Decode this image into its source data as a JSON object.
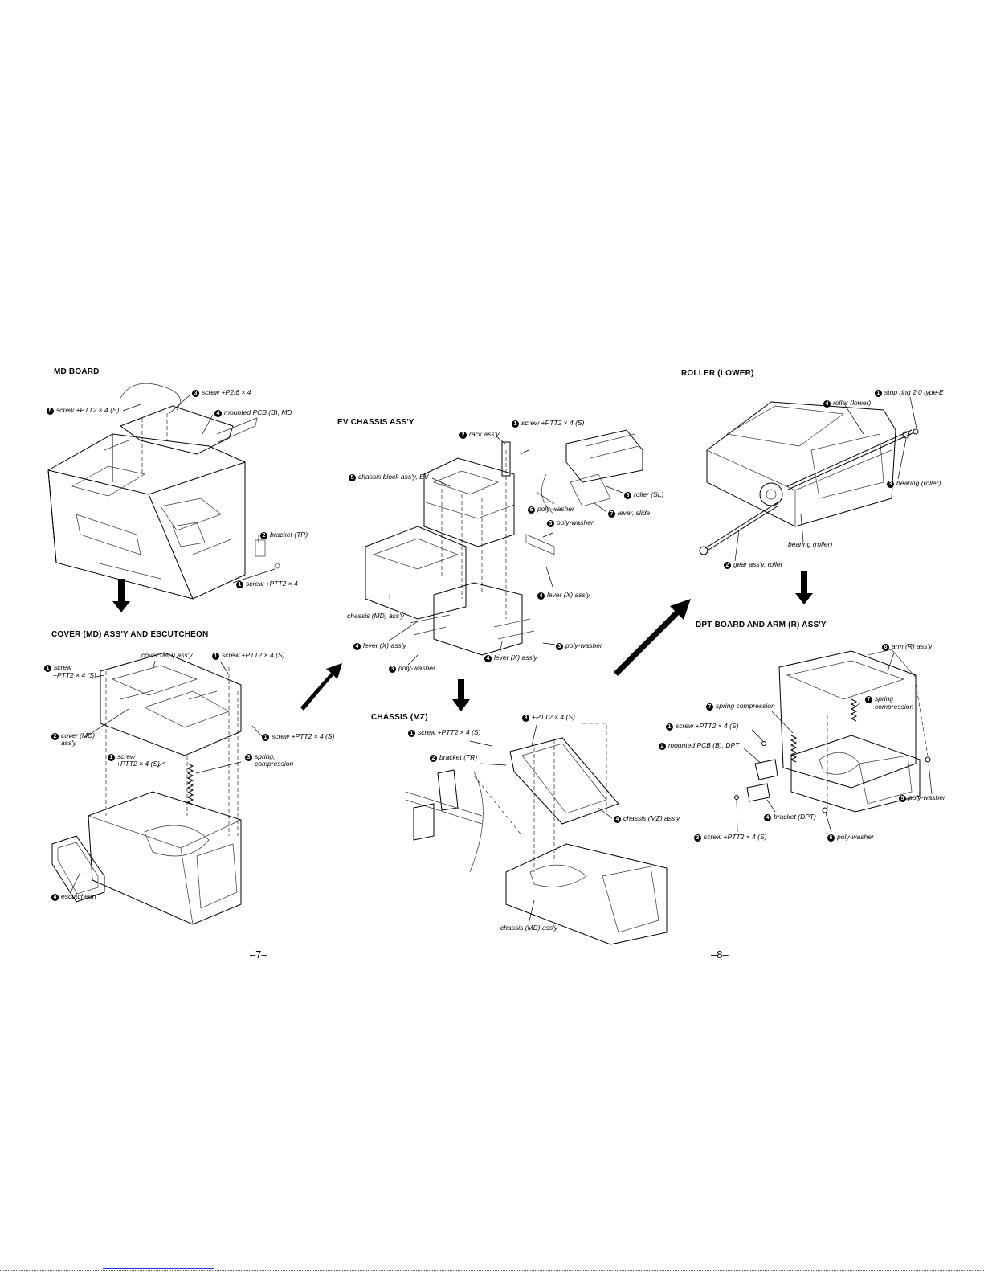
{
  "sections": {
    "md_board": {
      "title": "MD BOARD",
      "labels": [
        {
          "num": "5",
          "text": "screw +PTT2 × 4 (S)"
        },
        {
          "num": "3",
          "text": "screw +P2.6 × 4"
        },
        {
          "num": "4",
          "text": "mounted PCB,(B), MD"
        },
        {
          "num": "2",
          "text": "bracket (TR)"
        },
        {
          "num": "1",
          "text": "screw +PTT2 × 4"
        }
      ]
    },
    "cover": {
      "title": "COVER (MD) ASS'Y AND ESCUTCHEON",
      "labels": [
        {
          "num": "",
          "text": "cover (MD) ass'y"
        },
        {
          "num": "1",
          "text": "screw +PTT2 × 4 (S)"
        },
        {
          "num": "1",
          "text": "screw"
        },
        {
          "num": "",
          "text": "+PTT2 × 4 (S)"
        },
        {
          "num": "1",
          "text": "screw +PTT2 × 4 (S)"
        },
        {
          "num": "2",
          "text": "cover (MD)"
        },
        {
          "num": "",
          "text": "ass'y"
        },
        {
          "num": "1",
          "text": "screw"
        },
        {
          "num": "",
          "text": "+PTT2 × 4 (S)"
        },
        {
          "num": "3",
          "text": "spring,"
        },
        {
          "num": "",
          "text": "compression"
        },
        {
          "num": "4",
          "text": "escutcheon"
        }
      ]
    },
    "ev_chassis": {
      "title": "EV CHASSIS ASS'Y",
      "labels": [
        {
          "num": "1",
          "text": "screw +PTT2 × 4 (S)"
        },
        {
          "num": "2",
          "text": "rack ass'y"
        },
        {
          "num": "5",
          "text": "chassis block ass'y, EV"
        },
        {
          "num": "8",
          "text": "roller (SL)"
        },
        {
          "num": "6",
          "text": "poly-washer"
        },
        {
          "num": "7",
          "text": "lever, slide"
        },
        {
          "num": "3",
          "text": "poly-washer"
        },
        {
          "num": "4",
          "text": "lever (X) ass'y"
        },
        {
          "num": "",
          "text": "chassis (MD) ass'y"
        },
        {
          "num": "4",
          "text": "lever (X) ass'y"
        },
        {
          "num": "3",
          "text": "poly-washer"
        },
        {
          "num": "4",
          "text": "lever (X) ass'y"
        },
        {
          "num": "3",
          "text": "poly-washer"
        }
      ]
    },
    "chassis_mz": {
      "title": "CHASSIS (MZ)",
      "labels": [
        {
          "num": "3",
          "text": "+PTT2 × 4 (S)"
        },
        {
          "num": "1",
          "text": "screw +PTT2 × 4 (S)"
        },
        {
          "num": "2",
          "text": "bracket (TR)"
        },
        {
          "num": "4",
          "text": "chassis (MZ) ass'y"
        },
        {
          "num": "",
          "text": "chassis (MD) ass'y"
        }
      ]
    },
    "roller_lower": {
      "title": "ROLLER (LOWER)",
      "labels": [
        {
          "num": "1",
          "text": "stop ring 2.0 type-E"
        },
        {
          "num": "4",
          "text": "roller (lower)"
        },
        {
          "num": "3",
          "text": "bearing (roller)"
        },
        {
          "num": "",
          "text": "bearing (roller)"
        },
        {
          "num": "2",
          "text": "gear ass'y, roller"
        }
      ]
    },
    "dpt_board": {
      "title": "DPT BOARD AND ARM (R) ASS'Y",
      "labels": [
        {
          "num": "8",
          "text": "arm (R) ass'y"
        },
        {
          "num": "7",
          "text": "spring"
        },
        {
          "num": "",
          "text": "compression"
        },
        {
          "num": "7",
          "text": "spring compression"
        },
        {
          "num": "1",
          "text": "screw +PTT2 × 4 (S)"
        },
        {
          "num": "2",
          "text": "mounted PCB (B), DPT"
        },
        {
          "num": "5",
          "text": "poly-washer"
        },
        {
          "num": "4",
          "text": "bracket (DPT)"
        },
        {
          "num": "3",
          "text": "screw +PTT2 × 4 (S)"
        },
        {
          "num": "6",
          "text": "poly-washer"
        }
      ]
    }
  },
  "page_numbers": {
    "left": "–7–",
    "right": "–8–"
  }
}
